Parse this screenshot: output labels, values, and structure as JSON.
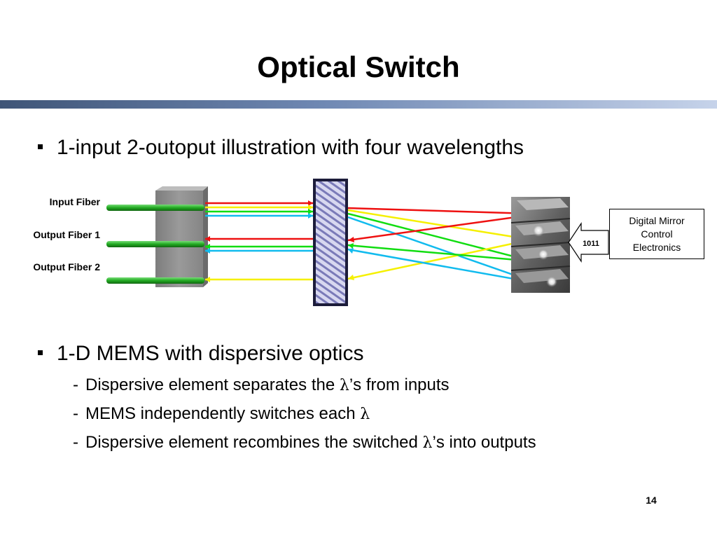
{
  "slide": {
    "title": "Optical Switch",
    "page_number": "14"
  },
  "bullets": [
    {
      "text": "1-input 2-outoput illustration with four wavelengths",
      "subitems": []
    },
    {
      "text": "1-D MEMS with dispersive optics",
      "subitems": [
        {
          "dash": "-",
          "before": "Dispersive element separates the ",
          "symbol": "λ",
          "after": "’s from inputs"
        },
        {
          "dash": "-",
          "before": "MEMS independently switches each ",
          "symbol": "λ",
          "after": ""
        },
        {
          "dash": "-",
          "before": "Dispersive element recombines the switched ",
          "symbol": "λ",
          "after": "’s into outputs"
        }
      ]
    }
  ],
  "diagram": {
    "fibers": [
      {
        "label": "Input Fiber"
      },
      {
        "label": "Output Fiber 1"
      },
      {
        "label": "Output Fiber 2"
      }
    ],
    "control_code": "1011",
    "control_box": {
      "lines": [
        "Digital Mirror",
        "Control",
        "Electronics"
      ]
    },
    "wavelength_colors": [
      "#ee1111",
      "#f5f000",
      "#11dd11",
      "#11bbee"
    ],
    "fiber_color": "#22aa22",
    "grating_outline": "#222244"
  }
}
